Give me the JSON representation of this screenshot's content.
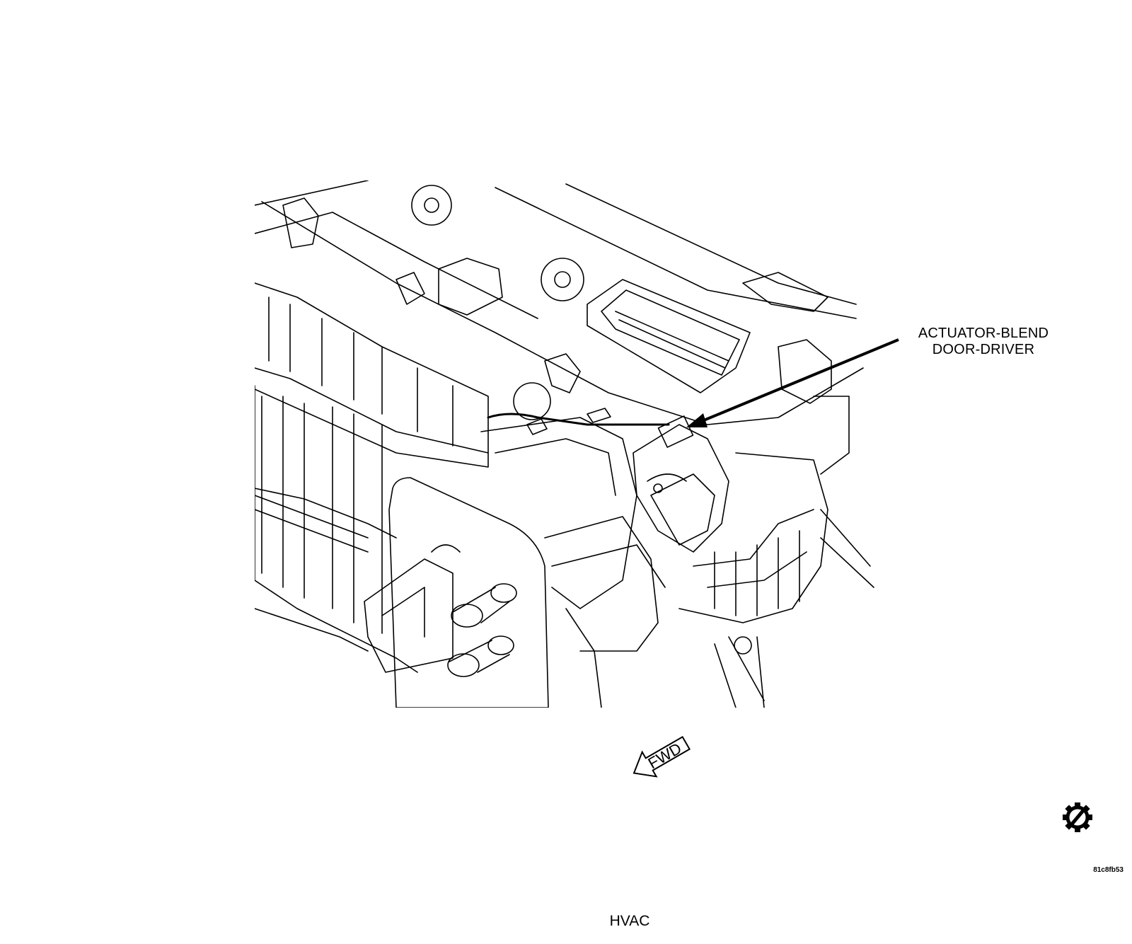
{
  "callout": {
    "line1": "ACTUATOR-BLEND",
    "line2": "DOOR-DRIVER"
  },
  "direction_arrow": {
    "label": "FWD"
  },
  "caption": "HVAC",
  "figure_id": "81c8fb53",
  "icons": {
    "arrow": "arrow-icon",
    "corner": "gear-icon"
  }
}
